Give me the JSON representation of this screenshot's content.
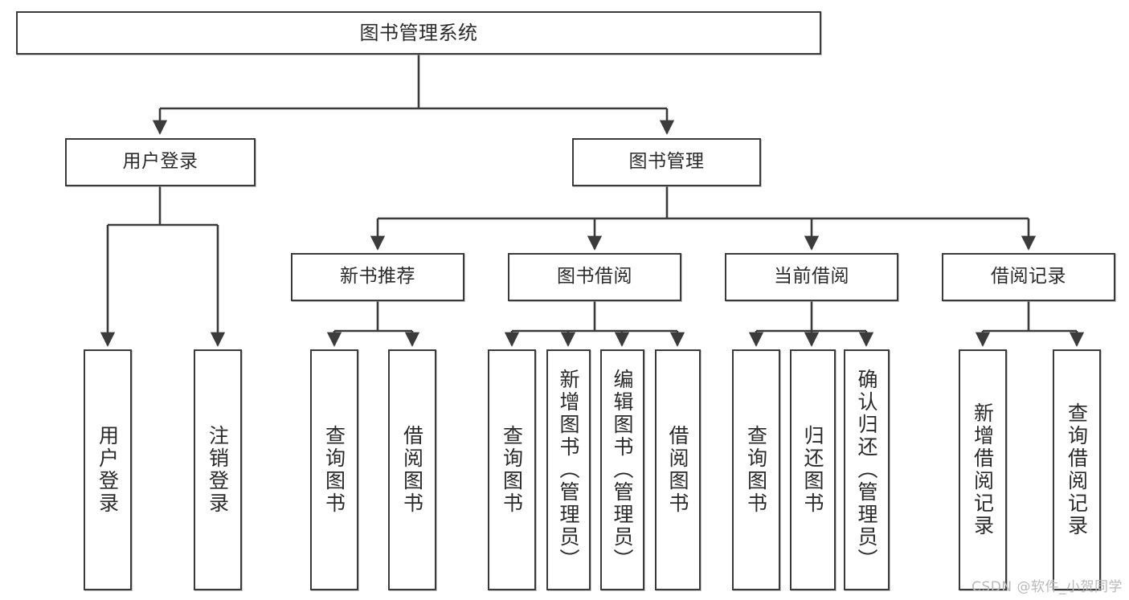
{
  "diagram": {
    "title": "图书管理系统",
    "watermark": "CSDN @软件_小贺同学",
    "line_color": "#3b3b3b",
    "box_fill": "#ffffff",
    "text_color": "#2a2a2a",
    "levels": {
      "l1": "图书管理系统",
      "l2": [
        "用户登录",
        "图书管理"
      ],
      "l3": [
        "新书推荐",
        "图书借阅",
        "当前借阅",
        "借阅记录"
      ]
    },
    "nodes": {
      "root": {
        "label": "图书管理系统"
      },
      "user_login": {
        "label": "用户登录"
      },
      "book_mgmt": {
        "label": "图书管理"
      },
      "new_book_rec": {
        "label": "新书推荐"
      },
      "book_borrow": {
        "label": "图书借阅"
      },
      "current_borrow": {
        "label": "当前借阅"
      },
      "borrow_record": {
        "label": "借阅记录"
      }
    },
    "leaves": {
      "user_login": [
        {
          "label": "用户登录"
        },
        {
          "label": "注销登录"
        }
      ],
      "new_book_rec": [
        {
          "label": "查询图书"
        },
        {
          "label": "借阅图书"
        }
      ],
      "book_borrow": [
        {
          "label": "查询图书"
        },
        {
          "label": "新增图书（管理员）"
        },
        {
          "label": "编辑图书（管理员）"
        },
        {
          "label": "借阅图书"
        }
      ],
      "current_borrow": [
        {
          "label": "查询图书"
        },
        {
          "label": "归还图书"
        },
        {
          "label": "确认归还（管理员）"
        }
      ],
      "borrow_record": [
        {
          "label": "新增借阅记录"
        },
        {
          "label": "查询借阅记录"
        }
      ]
    }
  }
}
